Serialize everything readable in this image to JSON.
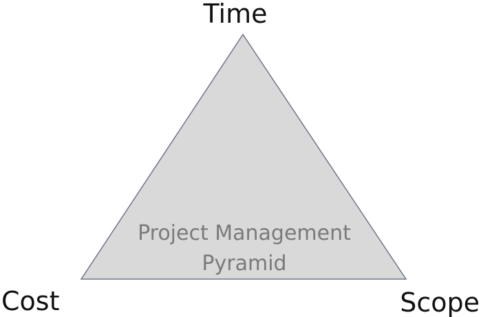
{
  "diagram": {
    "vertices": {
      "top": "Time",
      "bottom_left": "Cost",
      "bottom_right": "Scope"
    },
    "center_label": {
      "line1": "Project Management",
      "line2": "Pyramid"
    }
  },
  "colors": {
    "triangle_fill": "#d9d9d9",
    "triangle_stroke": "#6e7587",
    "center_text": "#7a7a7a",
    "vertex_text": "#111111"
  }
}
